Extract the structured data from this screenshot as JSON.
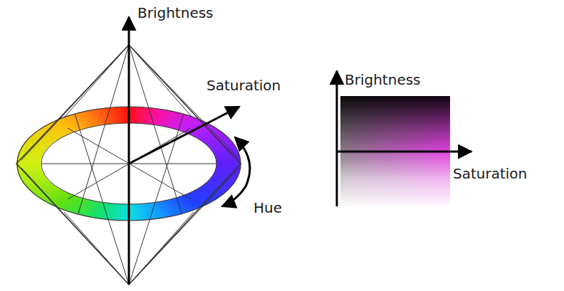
{
  "diagram": {
    "labels": [
      "Brightness",
      "Saturation",
      "Hue",
      "Brightness",
      "Saturation"
    ]
  }
}
